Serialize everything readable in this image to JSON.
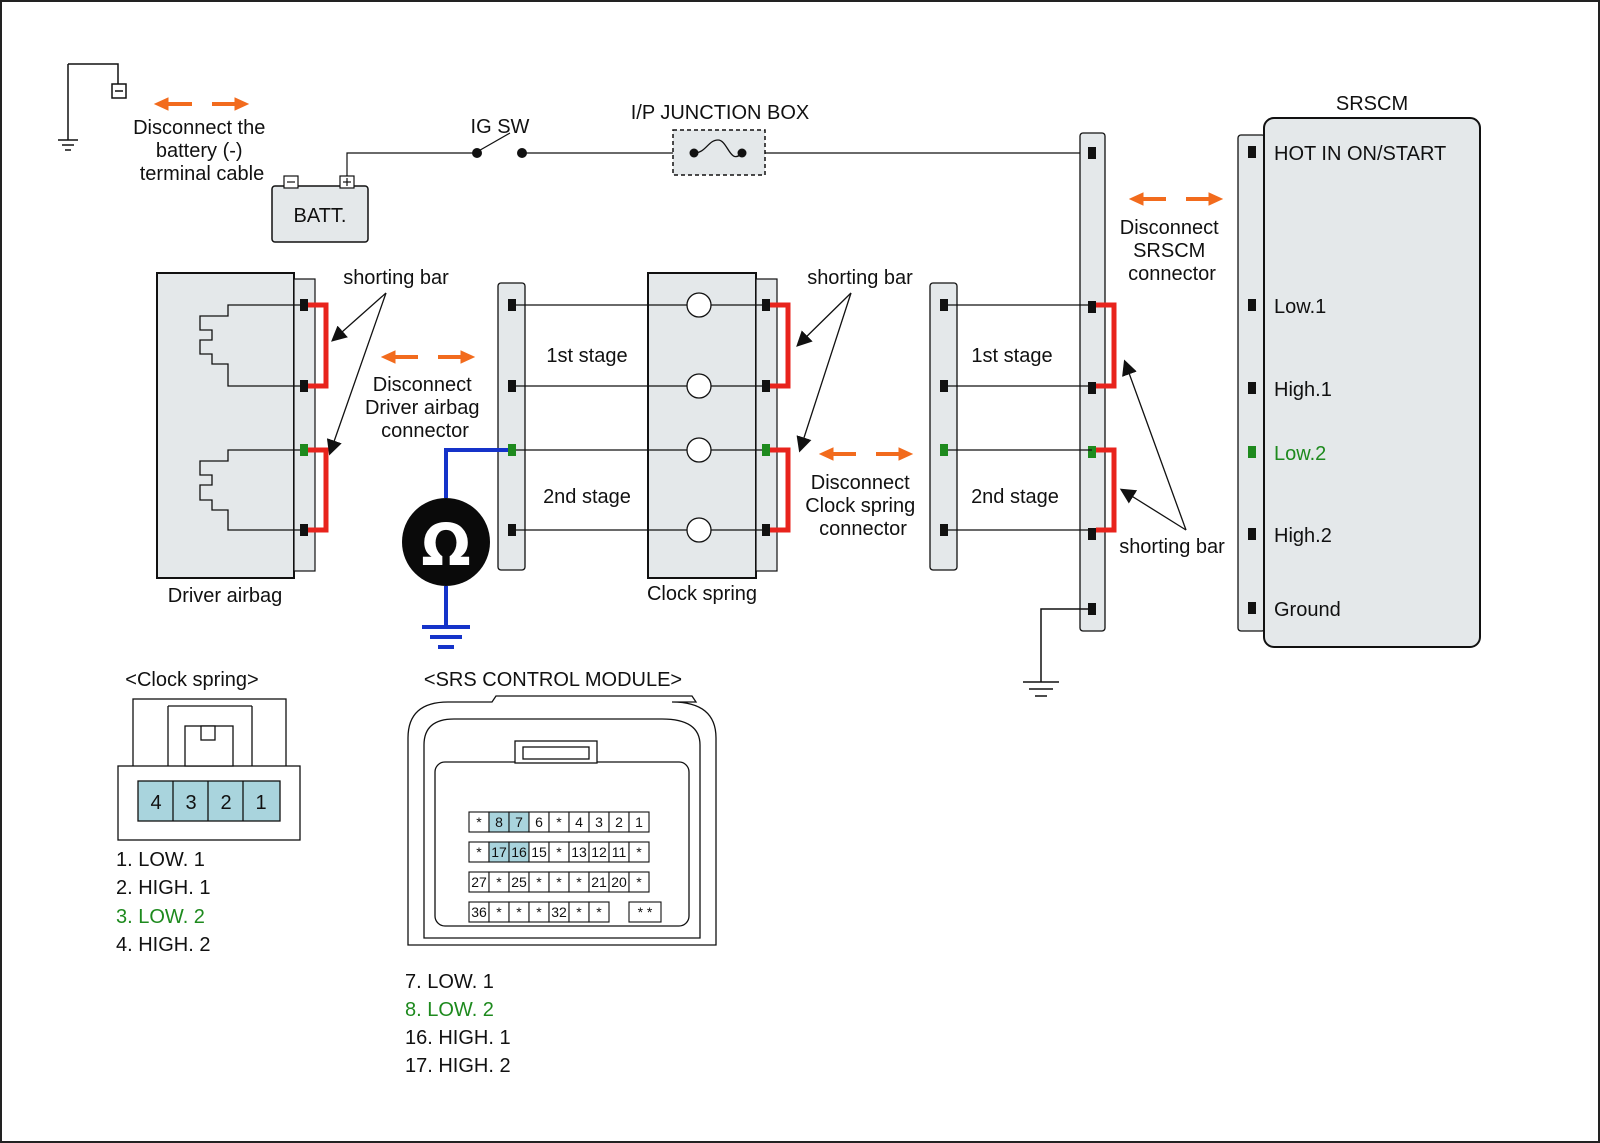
{
  "top": {
    "batt_disconnect": [
      "Disconnect the",
      "battery (-)",
      "terminal cable"
    ],
    "ig_sw": "IG SW",
    "junction_box": "I/P JUNCTION BOX",
    "batt": "BATT.",
    "srscm_title": "SRSCM",
    "srscm_disconnect": [
      "Disconnect",
      "SRSCM",
      "connector"
    ]
  },
  "srscm_pins": {
    "hot": "HOT IN ON/START",
    "low1": "Low.1",
    "high1": "High.1",
    "low2": "Low.2",
    "high2": "High.2",
    "ground": "Ground"
  },
  "middle": {
    "shorting_bar": "shorting bar",
    "driver_disconnect": [
      "Disconnect",
      "Driver airbag",
      "connector"
    ],
    "clock_disconnect": [
      "Disconnect",
      "Clock spring",
      "connector"
    ],
    "stage1": "1st stage",
    "stage2": "2nd stage",
    "driver_airbag": "Driver airbag",
    "clock_spring": "Clock spring",
    "ohm": "Ω"
  },
  "clock_spring_connector": {
    "title": "<Clock spring>",
    "pins": [
      "4",
      "3",
      "2",
      "1"
    ],
    "legend": [
      "1. LOW. 1",
      "2. HIGH. 1",
      "3. LOW. 2",
      "4. HIGH. 2"
    ]
  },
  "srs_module_connector": {
    "title": "<SRS CONTROL MODULE>",
    "rows": [
      [
        "*",
        "8",
        "7",
        "6",
        "*",
        "4",
        "3",
        "2",
        "1"
      ],
      [
        "*",
        "17",
        "16",
        "15",
        "*",
        "13",
        "12",
        "11",
        "*"
      ],
      [
        "27",
        "*",
        "25",
        "*",
        "*",
        "*",
        "21",
        "20",
        "*"
      ],
      [
        "36",
        "*",
        "*",
        "*",
        "32",
        "*",
        "*",
        "",
        "* *"
      ]
    ],
    "legend": [
      "7. LOW. 1",
      "8. LOW. 2",
      "16. HIGH. 1",
      "17. HIGH. 2"
    ]
  },
  "colors": {
    "shorting": "#e8231c",
    "meter_lead": "#1533c9",
    "disconnect_arrow": "#f26b1d",
    "highlight_pin": "#a9d4dd",
    "low2_text": "#1e8a1e"
  }
}
